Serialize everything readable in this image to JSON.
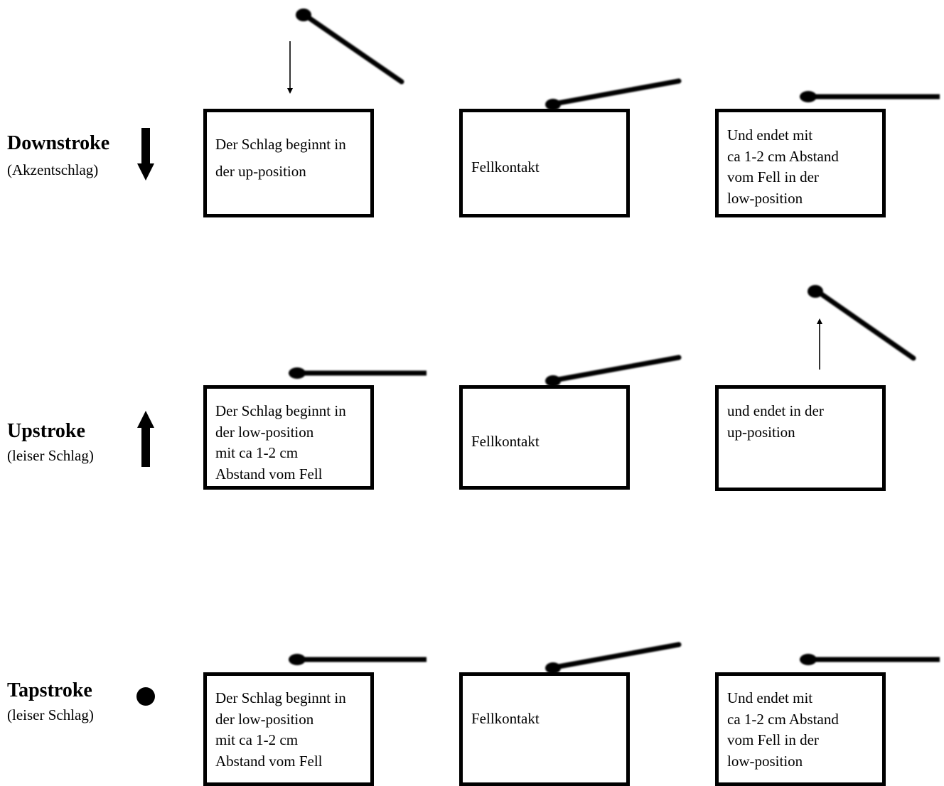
{
  "rows": [
    {
      "title": "Downstroke",
      "subtitle": "(Akzentschlag)",
      "symbol": "arrow-down-icon",
      "steps": [
        "Der Schlag beginnt in\nder up-position",
        "Fellkontakt",
        "Und endet mit\nca  1-2 cm Abstand\nvom Fell in der\nlow-position"
      ]
    },
    {
      "title": "Upstroke",
      "subtitle": "(leiser Schlag)",
      "symbol": "arrow-up-icon",
      "steps": [
        "Der Schlag beginnt in\nder low-position\nmit ca 1-2 cm\nAbstand vom Fell",
        "Fellkontakt",
        "und endet in der\nup-position"
      ]
    },
    {
      "title": "Tapstroke",
      "subtitle": "(leiser Schlag)",
      "symbol": "dot-icon",
      "steps": [
        "Der Schlag beginnt in\nder low-position\nmit ca 1-2 cm\nAbstand vom Fell",
        "Fellkontakt",
        "Und endet mit\nca  1-2 cm Abstand\nvom Fell in der\nlow-position"
      ]
    }
  ],
  "colors": {
    "ink": "#000000",
    "background": "#ffffff"
  }
}
